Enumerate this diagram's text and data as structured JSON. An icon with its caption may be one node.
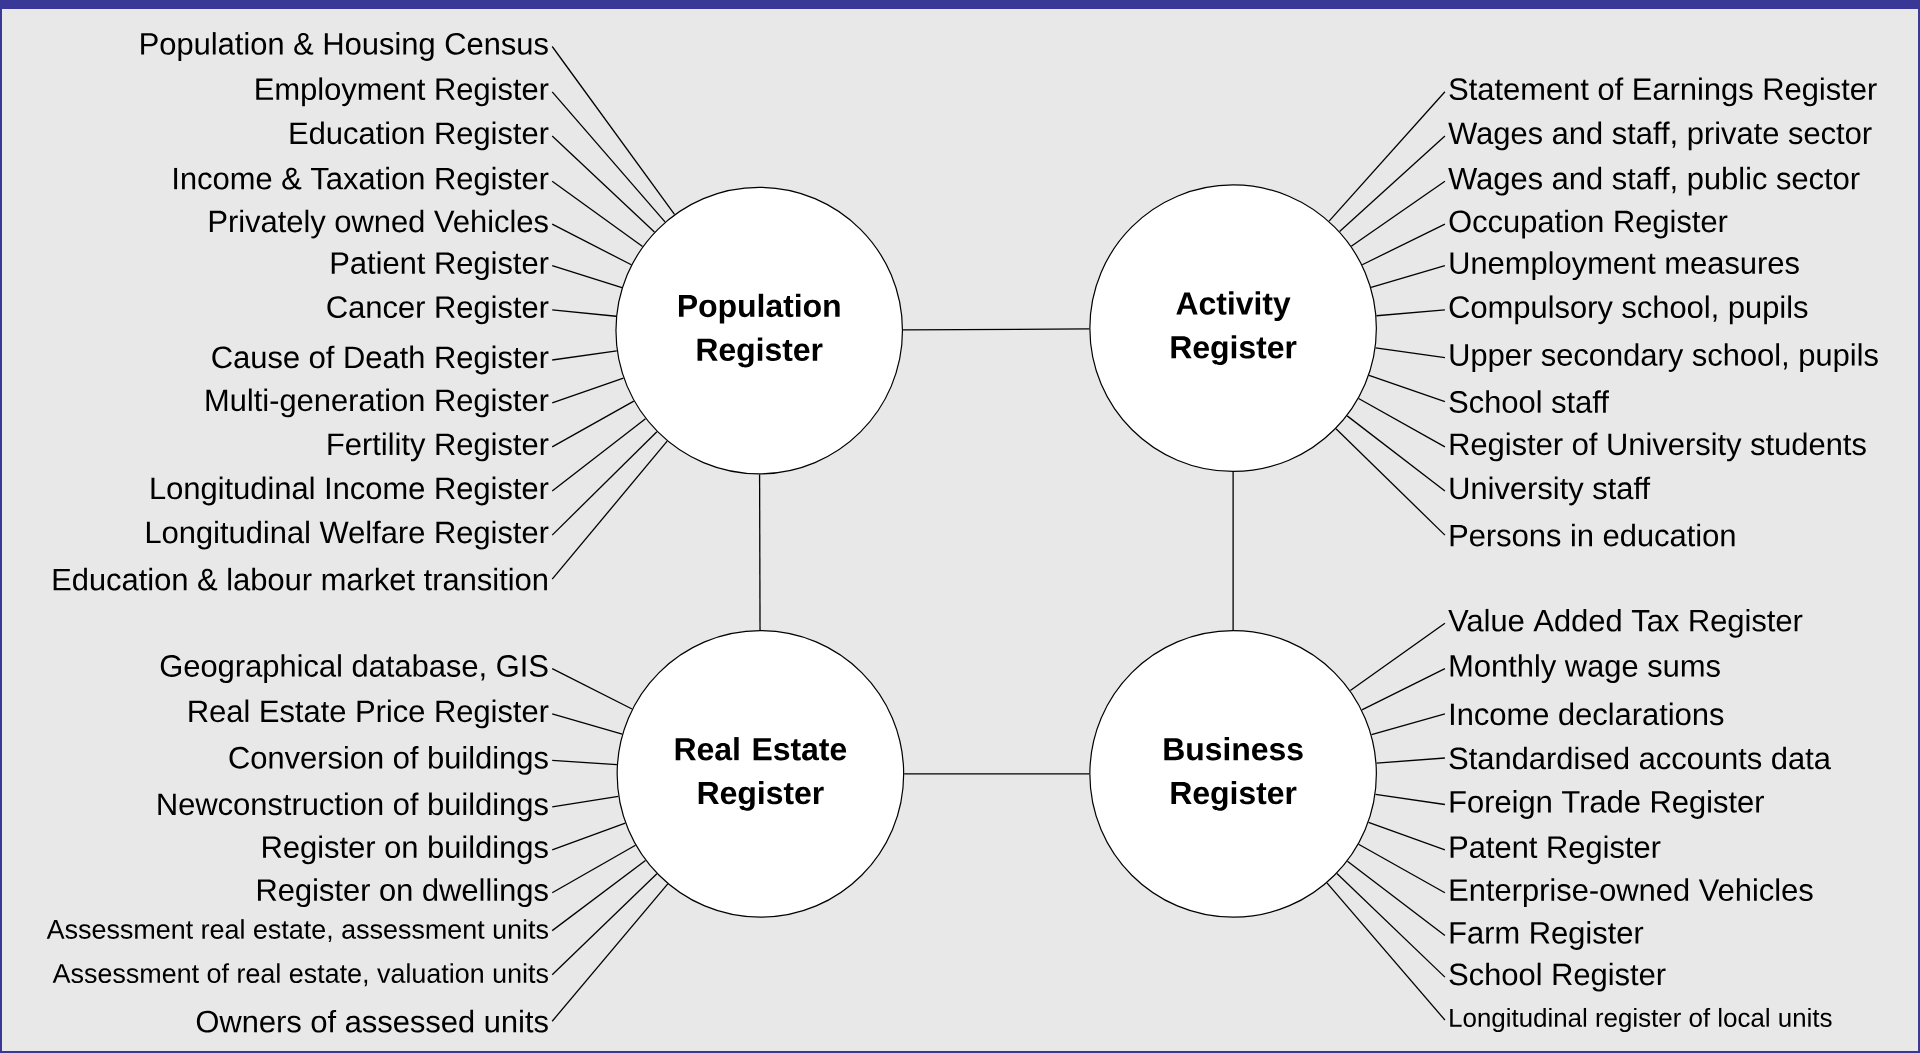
{
  "diagram": {
    "nodes": [
      {
        "text": [
          "Population Register"
        ]
      },
      {
        "text": [
          "Activity Register"
        ]
      },
      {
        "text": [
          "Real Estate Register"
        ]
      },
      {
        "text": [
          "Business Register"
        ]
      },
      {
        "text": [
          "Population & Housing Census"
        ]
      },
      {
        "text": [
          "Employment Register"
        ]
      },
      {
        "text": [
          "Education Register"
        ]
      },
      {
        "text": [
          "Income & Taxation Register"
        ]
      },
      {
        "text": [
          "Privately owned Vehicles"
        ]
      },
      {
        "text": [
          "Patient Register"
        ]
      },
      {
        "text": [
          "Cancer Register"
        ]
      },
      {
        "text": [
          "Cause of Death Register"
        ]
      },
      {
        "text": [
          "Multi-generation Register"
        ]
      },
      {
        "text": [
          "Fertility Register"
        ]
      },
      {
        "text": [
          "Longitudinal Income Register"
        ]
      },
      {
        "text": [
          "Longitudinal Welfare Register"
        ]
      },
      {
        "text": [
          "Education & labour market transition"
        ]
      },
      {
        "text": [
          "Statement of Earnings Register"
        ]
      },
      {
        "text": [
          "Wages and staff, private sector"
        ]
      },
      {
        "text": [
          "Wages and staff, public sector"
        ]
      },
      {
        "text": [
          "Occupation Register"
        ]
      },
      {
        "text": [
          "Unemployment measures"
        ]
      },
      {
        "text": [
          "Compulsory school, pupils"
        ]
      },
      {
        "text": [
          "Upper secondary school, pupils"
        ]
      },
      {
        "text": [
          "School staff"
        ]
      },
      {
        "text": [
          "Register of University students"
        ]
      },
      {
        "text": [
          "University staff"
        ]
      },
      {
        "text": [
          "Persons in education"
        ]
      },
      {
        "text": [
          "Geographical database, GIS"
        ]
      },
      {
        "text": [
          "Real Estate Price Register"
        ]
      },
      {
        "text": [
          "Conversion of buildings"
        ]
      },
      {
        "text": [
          "Newconstruction of buildings"
        ]
      },
      {
        "text": [
          "Register on buildings"
        ]
      },
      {
        "text": [
          "Register on dwellings"
        ]
      },
      {
        "text": [
          "Assessment real estate, assessment units"
        ]
      },
      {
        "text": [
          "Assessment of real estate, valuation units"
        ]
      },
      {
        "text": [
          "Owners of assessed units"
        ]
      },
      {
        "text": [
          "Value Added Tax Register"
        ]
      },
      {
        "text": [
          "Monthly wage sums"
        ]
      },
      {
        "text": [
          "Income declarations"
        ]
      },
      {
        "text": [
          "Standardised accounts data"
        ]
      },
      {
        "text": [
          "Foreign Trade Register"
        ]
      },
      {
        "text": [
          "Patent Register"
        ]
      },
      {
        "text": [
          "Enterprise-owned Vehicles"
        ]
      },
      {
        "text": [
          "Farm Register"
        ]
      },
      {
        "text": [
          "School Register"
        ]
      },
      {
        "text": [
          "Longitudinal register of local units"
        ]
      }
    ],
    "edges": [
      {
        "from": 0,
        "to": 1,
        "arrow": "none"
      },
      {
        "from": 0,
        "to": 2,
        "arrow": "none"
      },
      {
        "from": 1,
        "to": 3,
        "arrow": "none"
      },
      {
        "from": 2,
        "to": 3,
        "arrow": "none"
      },
      {
        "from": 4,
        "to": 0,
        "arrow": "none"
      },
      {
        "from": 5,
        "to": 0,
        "arrow": "none"
      },
      {
        "from": 6,
        "to": 0,
        "arrow": "none"
      },
      {
        "from": 7,
        "to": 0,
        "arrow": "none"
      },
      {
        "from": 8,
        "to": 0,
        "arrow": "none"
      },
      {
        "from": 9,
        "to": 0,
        "arrow": "none"
      },
      {
        "from": 10,
        "to": 0,
        "arrow": "none"
      },
      {
        "from": 11,
        "to": 0,
        "arrow": "none"
      },
      {
        "from": 12,
        "to": 0,
        "arrow": "none"
      },
      {
        "from": 13,
        "to": 0,
        "arrow": "none"
      },
      {
        "from": 14,
        "to": 0,
        "arrow": "none"
      },
      {
        "from": 15,
        "to": 0,
        "arrow": "none"
      },
      {
        "from": 16,
        "to": 0,
        "arrow": "none"
      },
      {
        "from": 17,
        "to": 1,
        "arrow": "none"
      },
      {
        "from": 18,
        "to": 1,
        "arrow": "none"
      },
      {
        "from": 19,
        "to": 1,
        "arrow": "none"
      },
      {
        "from": 20,
        "to": 1,
        "arrow": "none"
      },
      {
        "from": 21,
        "to": 1,
        "arrow": "none"
      },
      {
        "from": 22,
        "to": 1,
        "arrow": "none"
      },
      {
        "from": 23,
        "to": 1,
        "arrow": "none"
      },
      {
        "from": 24,
        "to": 1,
        "arrow": "none"
      },
      {
        "from": 25,
        "to": 1,
        "arrow": "none"
      },
      {
        "from": 26,
        "to": 1,
        "arrow": "none"
      },
      {
        "from": 27,
        "to": 1,
        "arrow": "none"
      },
      {
        "from": 28,
        "to": 2,
        "arrow": "none"
      },
      {
        "from": 29,
        "to": 2,
        "arrow": "none"
      },
      {
        "from": 30,
        "to": 2,
        "arrow": "none"
      },
      {
        "from": 31,
        "to": 2,
        "arrow": "none"
      },
      {
        "from": 32,
        "to": 2,
        "arrow": "none"
      },
      {
        "from": 33,
        "to": 2,
        "arrow": "none"
      },
      {
        "from": 34,
        "to": 2,
        "arrow": "none"
      },
      {
        "from": 35,
        "to": 2,
        "arrow": "none"
      },
      {
        "from": 36,
        "to": 2,
        "arrow": "none"
      },
      {
        "from": 37,
        "to": 3,
        "arrow": "none"
      },
      {
        "from": 38,
        "to": 3,
        "arrow": "none"
      },
      {
        "from": 39,
        "to": 3,
        "arrow": "none"
      },
      {
        "from": 40,
        "to": 3,
        "arrow": "none"
      },
      {
        "from": 41,
        "to": 3,
        "arrow": "none"
      },
      {
        "from": 42,
        "to": 3,
        "arrow": "none"
      },
      {
        "from": 43,
        "to": 3,
        "arrow": "none"
      },
      {
        "from": 44,
        "to": 3,
        "arrow": "none"
      },
      {
        "from": 45,
        "to": 3,
        "arrow": "none"
      },
      {
        "from": 46,
        "to": 3,
        "arrow": "none"
      }
    ]
  }
}
